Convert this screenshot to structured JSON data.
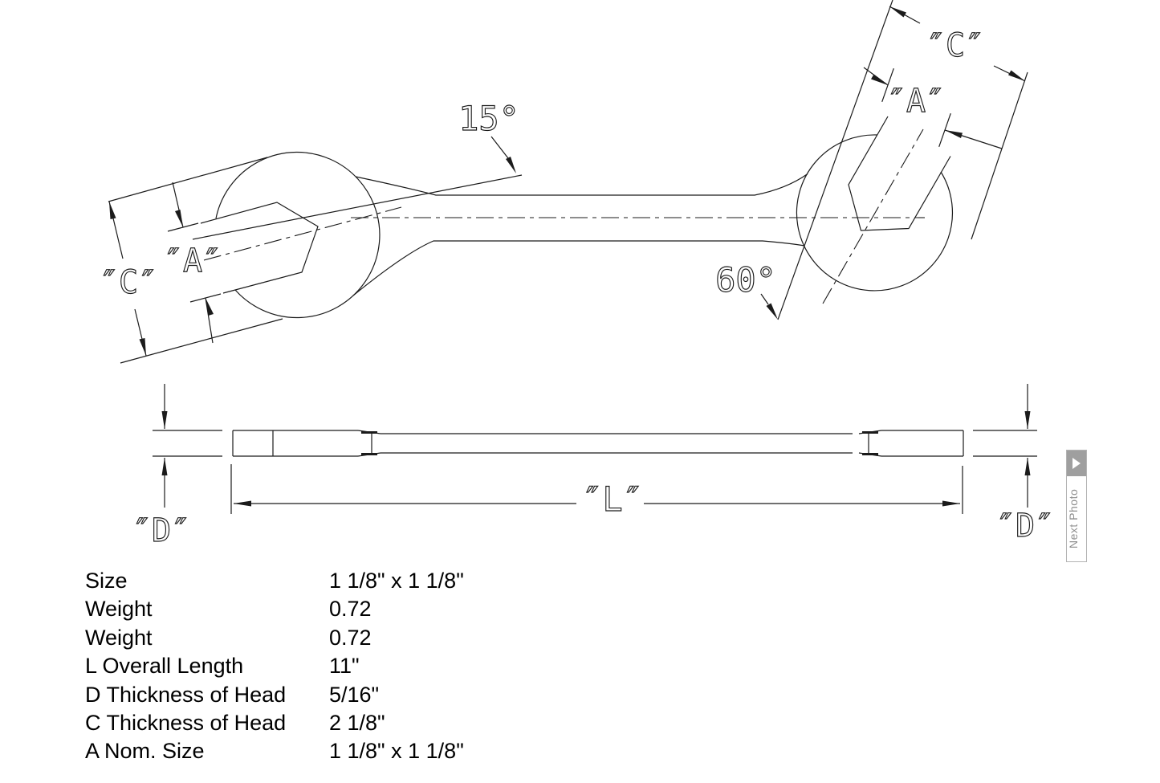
{
  "drawing": {
    "top_view": {
      "angle_left_label": "15°",
      "angle_right_label": "60°",
      "left_head": {
        "c_label": "″C″",
        "a_label": "″A″"
      },
      "right_head": {
        "c_label": "″C″",
        "a_label": "″A″"
      }
    },
    "side_view": {
      "length_label": "″L″",
      "thickness_left_label": "″D″",
      "thickness_right_label": "″D″"
    }
  },
  "next_photo_button": {
    "label": "Next Photo",
    "icon": "play-arrow"
  },
  "specs": {
    "rows": [
      {
        "label": "Size",
        "value": "1 1/8\" x 1 1/8\""
      },
      {
        "label": "Weight",
        "value": "0.72"
      },
      {
        "label": "Weight",
        "value": "0.72"
      },
      {
        "label": "L Overall Length",
        "value": "11\""
      },
      {
        "label": "D Thickness of Head",
        "value": "5/16\""
      },
      {
        "label": "C Thickness of Head",
        "value": "2 1/8\""
      },
      {
        "label": "A Nom. Size",
        "value": "1 1/8\" x 1 1/8\""
      }
    ]
  },
  "colors": {
    "line": "#1b1b1b",
    "button_gray": "#9f9f9f",
    "button_text_gray": "#8f8f8f",
    "button_border": "#b3b3b3"
  }
}
